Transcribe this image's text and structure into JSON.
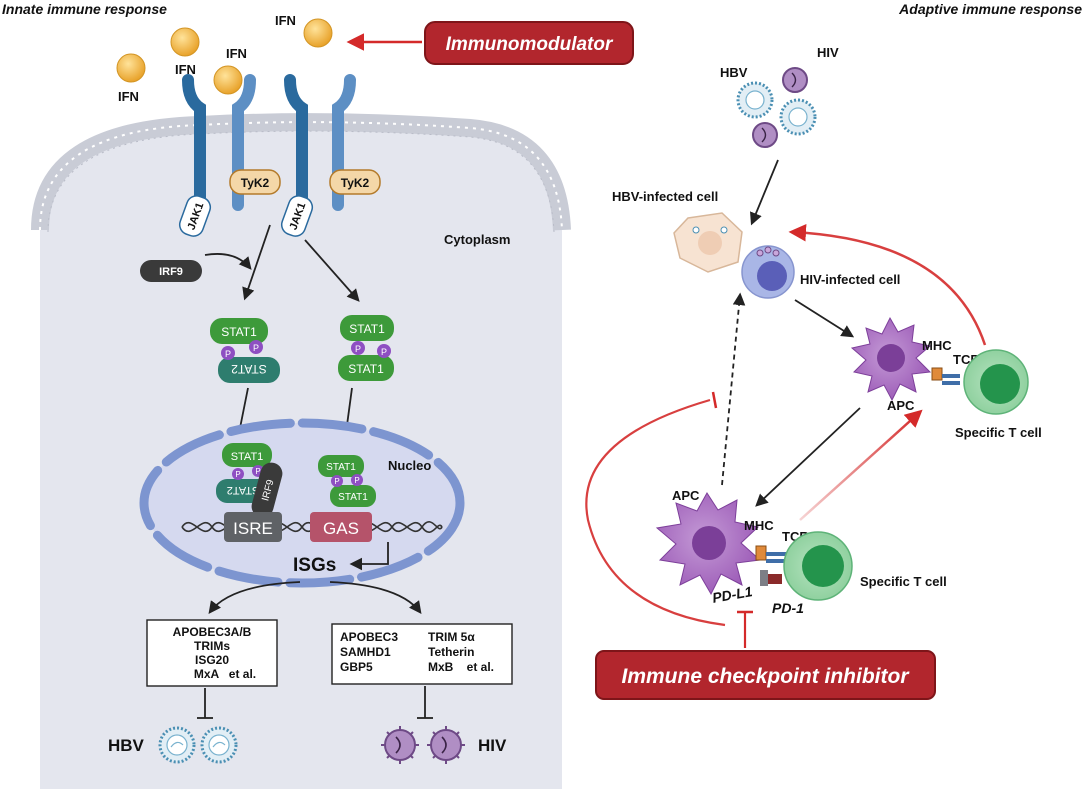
{
  "headers": {
    "innate": "Innate immune response",
    "adaptive": "Adaptive immune response"
  },
  "ifn": {
    "label": "IFN"
  },
  "immunomodulator": {
    "label": "Immunomodulator"
  },
  "receptor": {
    "jak1": "JAK1",
    "tyk2": "TyK2"
  },
  "cytoplasm": "Cytoplasm",
  "nucleus": "Nucleo",
  "irf9": "IRF9",
  "stat": {
    "stat1": "STAT1",
    "stat2": "STAT2",
    "p": "P"
  },
  "promoters": {
    "isre": "ISRE",
    "gas": "GAS"
  },
  "isgs": "ISGs",
  "isg_boxes": {
    "hbv": [
      "APOBEC3A/B",
      "TRIMs",
      "ISG20",
      "MxA   et al."
    ],
    "hiv_col1": [
      "APOBEC3",
      "SAMHD1",
      "GBP5"
    ],
    "hiv_col2": [
      "TRIM 5α",
      "Tetherin",
      "MxB    et al."
    ]
  },
  "virus": {
    "hbv": "HBV",
    "hiv": "HIV"
  },
  "adaptive": {
    "hbv_infected": "HBV-infected cell",
    "hiv_infected": "HIV-infected cell",
    "apc": "APC",
    "mhc": "MHC",
    "tcr": "TCR",
    "t_cell": "Specific T cell",
    "pdl1": "PD-L1",
    "pd1": "PD-1",
    "checkpoint": "Immune checkpoint inhibitor"
  },
  "colors": {
    "stat1": "#3d9a3a",
    "stat2": "#2e7d6e",
    "phospho": "#8e4fc2",
    "ifn": "#f2b53a",
    "receptor": "#2a6a9e",
    "red_box": "#b2262d",
    "isre": "#5f6266",
    "gas": "#b5536a",
    "apc": "#9b59b6",
    "tcell": "#2e9e55"
  }
}
